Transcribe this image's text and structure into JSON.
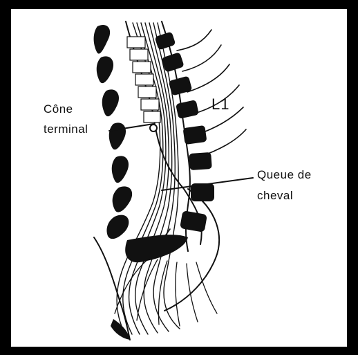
{
  "labels": {
    "cone_line1": "Cône",
    "cone_line2": "terminal",
    "l1": "L1",
    "queue_line1": "Queue de",
    "queue_line2": "cheval"
  },
  "colors": {
    "frame": "#000000",
    "panel": "#ffffff",
    "ink": "#111111"
  }
}
